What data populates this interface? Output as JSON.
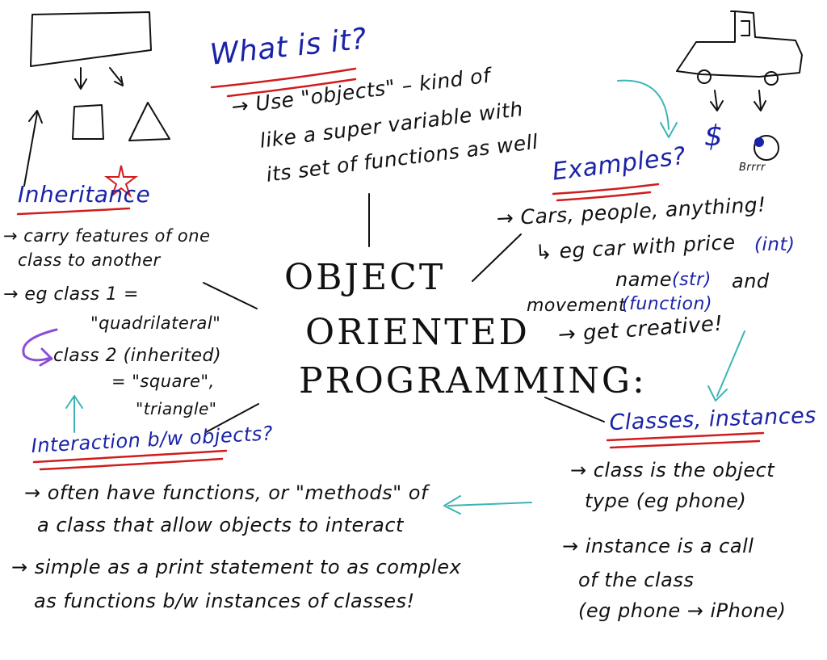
{
  "colors": {
    "ink": "#111111",
    "heading": "#1a23a8",
    "underline": "#d01c1c",
    "arrow": "#3bb5b5",
    "loop_arrow": "#8a4fd6",
    "star": "#d01c1c"
  },
  "center": {
    "line1": "OBJECT",
    "line2": "ORIENTED",
    "line3": "PROGRAMMING:"
  },
  "what": {
    "heading": "What is it?",
    "lines": [
      "→ Use \"objects\" – kind of",
      "like a super variable with",
      "its set of functions as well"
    ]
  },
  "examples": {
    "heading": "Examples?",
    "line1": "→ Cars, people, anything!",
    "line2a": "↳ eg car with price",
    "line2b": "(int)",
    "line3a": "name",
    "line3b": "(str)",
    "line3c": "and",
    "line4a": "movement",
    "line4b": "(function)",
    "line5": "→ get creative!",
    "coin_label": "$",
    "steering_label": "Brrrr"
  },
  "classes": {
    "heading": "Classes, instances",
    "lines": [
      "→ class is the object",
      "type (eg phone)",
      "→ instance is a call",
      "of the class",
      "(eg phone → iPhone)"
    ]
  },
  "interaction": {
    "heading": "Interaction b/w objects?",
    "lines": [
      "→ often have functions, or \"methods\" of",
      "a class that allow objects to interact",
      "→ simple as a print statement to as complex",
      "as functions b/w instances of classes!"
    ]
  },
  "inheritance": {
    "heading": "Inheritance",
    "lines": [
      "→ carry features of one",
      "class to another",
      "→ eg class 1 =",
      "\"quadrilateral\"",
      "class 2 (inherited)",
      "= \"square\",",
      "\"triangle\""
    ]
  }
}
